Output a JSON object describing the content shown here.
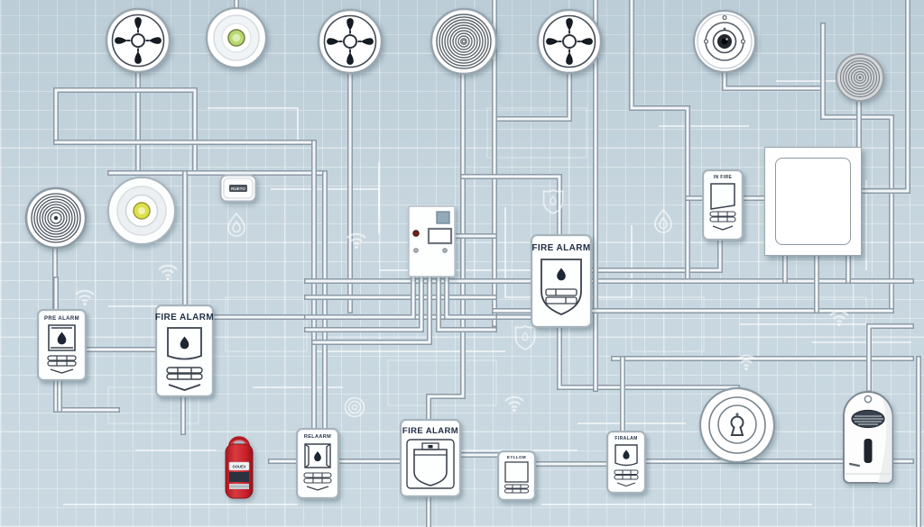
{
  "palette": {
    "background": "#c3d3dc",
    "grid_line": "#e9f1f5",
    "wire_outline": "#8c9aa6",
    "wire_core": "#f3f7f9",
    "device_outline": "#39424d",
    "label_text": "#1f2e44",
    "extinguisher_red": "#c8202a",
    "led_green": "#b7d86e",
    "led_yellow": "#dde04b"
  },
  "devices": {
    "horn_strobe_1": {
      "type": "horn-strobe-detector"
    },
    "smoke_detector_green": {
      "type": "smoke-detector-green-led"
    },
    "horn_strobe_2": {
      "type": "horn-strobe-detector"
    },
    "coil_sounder": {
      "type": "coil-sounder"
    },
    "horn_strobe_3": {
      "type": "horn-strobe-detector"
    },
    "heat_detector": {
      "type": "heat-detector"
    },
    "spiral_speaker": {
      "type": "spiral-speaker"
    },
    "ring_speaker": {
      "type": "ring-speaker"
    },
    "dome_strobe": {
      "type": "dome-strobe-yellow-led"
    },
    "module_small": {
      "label": "RUETO"
    },
    "control_panel": {
      "type": "fire-alarm-control-panel"
    },
    "blank_panel": {
      "type": "blank-access-panel"
    },
    "pull_station_left": {
      "label": "FIRE ALARM"
    },
    "pull_station_small_left": {
      "label": "PRE ALARM"
    },
    "pull_station_center": {
      "label": "FIRE ALARM"
    },
    "pull_station_top_right": {
      "label": "IN FIRE"
    },
    "pull_station_bottom_left": {
      "label": "RELAARM"
    },
    "pull_station_bottom_center": {
      "label": "FIRE ALARM"
    },
    "pull_station_bottom_small": {
      "label": "EYLLOM"
    },
    "pull_station_bottom_right": {
      "label": "FIRALAM"
    },
    "fire_extinguisher": {
      "label": "OOUEX"
    },
    "key_switch": {
      "type": "key-switch"
    },
    "canister_sounder": {
      "type": "canister-sounder"
    }
  },
  "icons": [
    "wifi-icon",
    "flame-icon",
    "shield-icon",
    "spiral-icon"
  ]
}
